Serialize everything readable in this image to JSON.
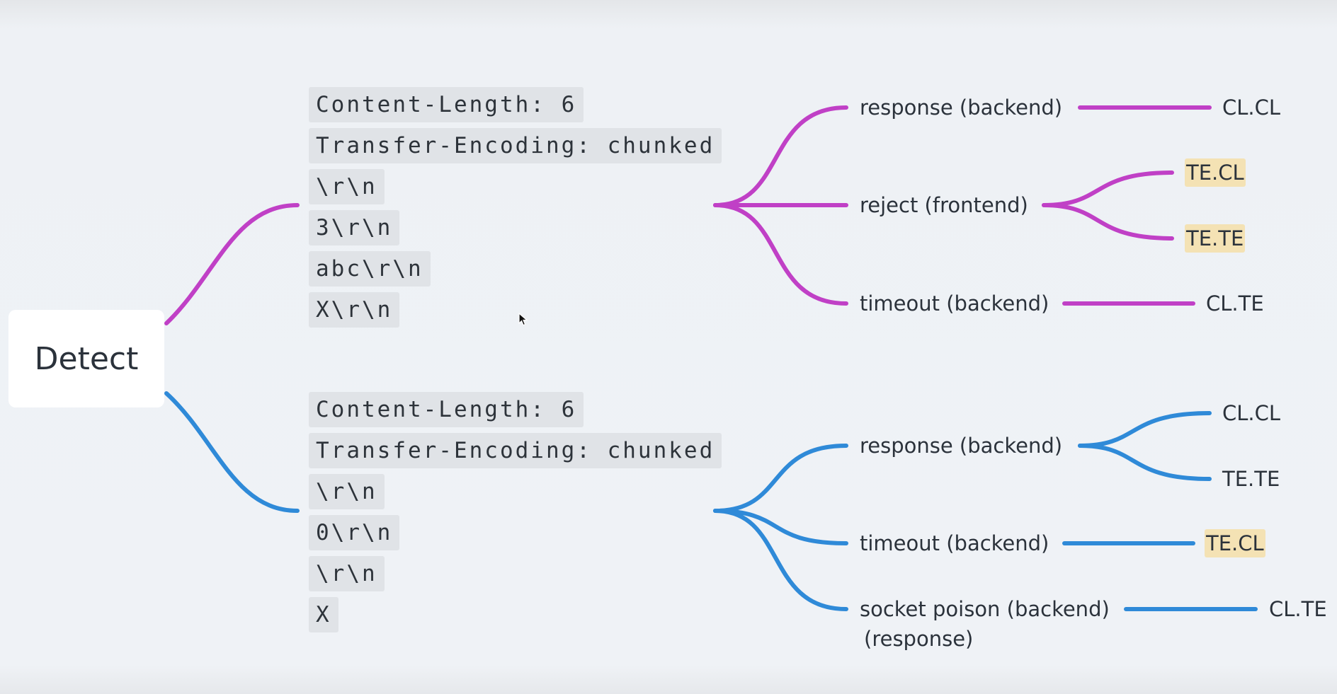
{
  "colors": {
    "top_branch": "#c040c6",
    "bottom_branch": "#2f8ad8",
    "highlight": "#f4e2b4"
  },
  "root": {
    "label": "Detect"
  },
  "top_request": {
    "lines": [
      "Content-Length: 6",
      "Transfer-Encoding: chunked",
      "\\r\\n",
      "3\\r\\n",
      "abc\\r\\n",
      "X\\r\\n"
    ]
  },
  "bottom_request": {
    "lines": [
      "Content-Length: 6",
      "Transfer-Encoding: chunked",
      "\\r\\n",
      "0\\r\\n",
      "\\r\\n",
      "X"
    ]
  },
  "top_outcomes": [
    {
      "label": "response (backend)",
      "results": [
        {
          "text": "CL.CL",
          "highlight": false
        }
      ]
    },
    {
      "label": "reject (frontend)",
      "results": [
        {
          "text": "TE.CL",
          "highlight": true
        },
        {
          "text": "TE.TE",
          "highlight": true
        }
      ]
    },
    {
      "label": "timeout (backend)",
      "results": [
        {
          "text": "CL.TE",
          "highlight": false
        }
      ]
    }
  ],
  "bottom_outcomes": [
    {
      "label": "response (backend)",
      "results": [
        {
          "text": "CL.CL",
          "highlight": false
        },
        {
          "text": "TE.TE",
          "highlight": false
        }
      ]
    },
    {
      "label": "timeout (backend)",
      "results": [
        {
          "text": "TE.CL",
          "highlight": true
        }
      ]
    },
    {
      "label": "socket poison (backend)",
      "sublabel": "(response)",
      "results": [
        {
          "text": "CL.TE",
          "highlight": false
        }
      ]
    }
  ]
}
